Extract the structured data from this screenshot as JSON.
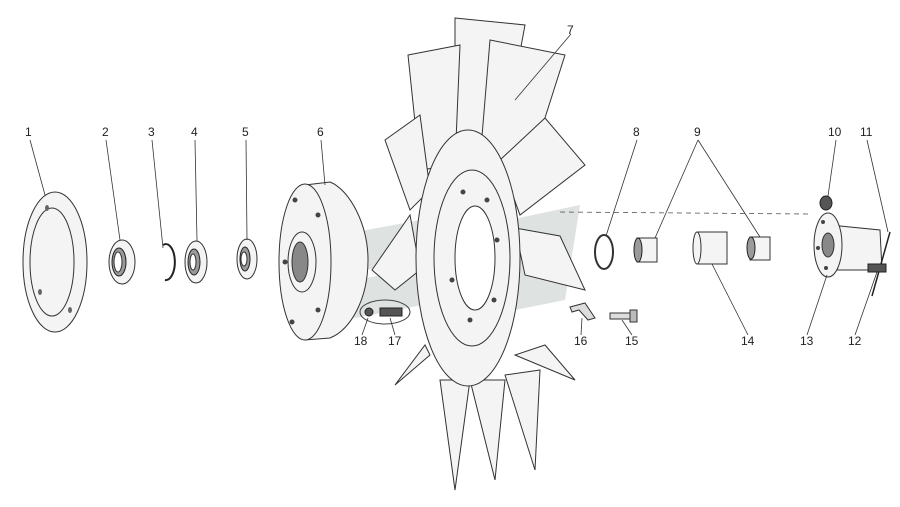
{
  "callouts": [
    {
      "id": "1",
      "text": "1"
    },
    {
      "id": "2",
      "text": "2"
    },
    {
      "id": "3",
      "text": "3"
    },
    {
      "id": "4",
      "text": "4"
    },
    {
      "id": "5",
      "text": "5"
    },
    {
      "id": "6",
      "text": "6"
    },
    {
      "id": "7",
      "text": "7"
    },
    {
      "id": "8",
      "text": "8"
    },
    {
      "id": "9",
      "text": "9"
    },
    {
      "id": "10",
      "text": "10"
    },
    {
      "id": "11",
      "text": "11"
    },
    {
      "id": "12",
      "text": "12"
    },
    {
      "id": "13",
      "text": "13"
    },
    {
      "id": "14",
      "text": "14"
    },
    {
      "id": "15",
      "text": "15"
    },
    {
      "id": "16",
      "text": "16"
    },
    {
      "id": "17",
      "text": "17"
    },
    {
      "id": "18",
      "text": "18"
    }
  ],
  "colors": {
    "line": "#333333",
    "part_fill": "#f4f4f4",
    "shade": "#9a9a9a",
    "watermark": "#8c9a96"
  }
}
